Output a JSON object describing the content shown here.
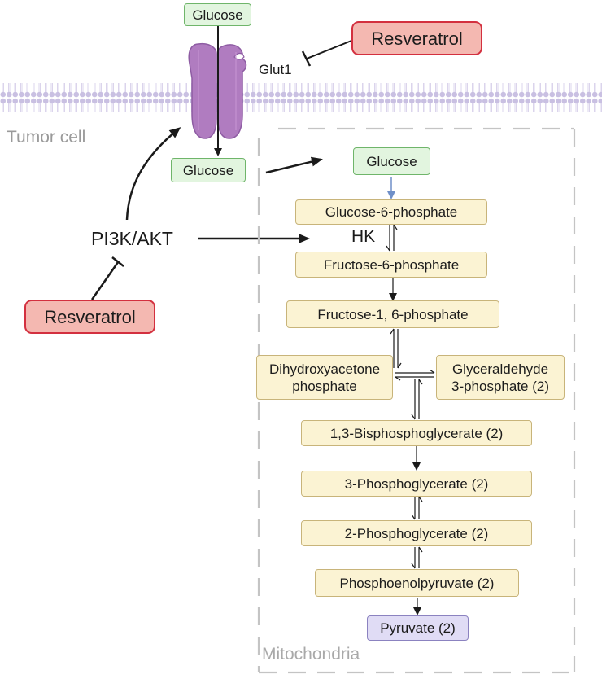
{
  "labels": {
    "glucose_top": "Glucose",
    "glucose_inside": "Glucose",
    "glucose_mito": "Glucose",
    "glut1": "Glut1",
    "resveratrol_top": "Resveratrol",
    "resveratrol_left": "Resveratrol",
    "tumor_cell": "Tumor cell",
    "pi3k_akt": "PI3K/AKT",
    "hk": "HK",
    "mitochondria": "Mitochondria"
  },
  "pathway": {
    "g6p": "Glucose-6-phosphate",
    "f6p": "Fructose-6-phosphate",
    "f16p": "Fructose-1, 6-phosphate",
    "dhap_line1": "Dihydroxyacetone",
    "dhap_line2": "phosphate",
    "g3p_line1": "Glyceraldehyde",
    "g3p_line2": "3-phosphate (2)",
    "bpg": "1,3-Bisphosphoglycerate (2)",
    "pg3": "3-Phosphoglycerate (2)",
    "pg2": "2-Phosphoglycerate (2)",
    "pep": "Phosphoenolpyruvate (2)",
    "pyruvate": "Pyruvate (2)"
  },
  "colors": {
    "membrane": "#c9c0e2",
    "transporter": "#b07cc0",
    "inhibitor_border": "#d3303f",
    "dashed_gray": "#c4c4c4"
  }
}
